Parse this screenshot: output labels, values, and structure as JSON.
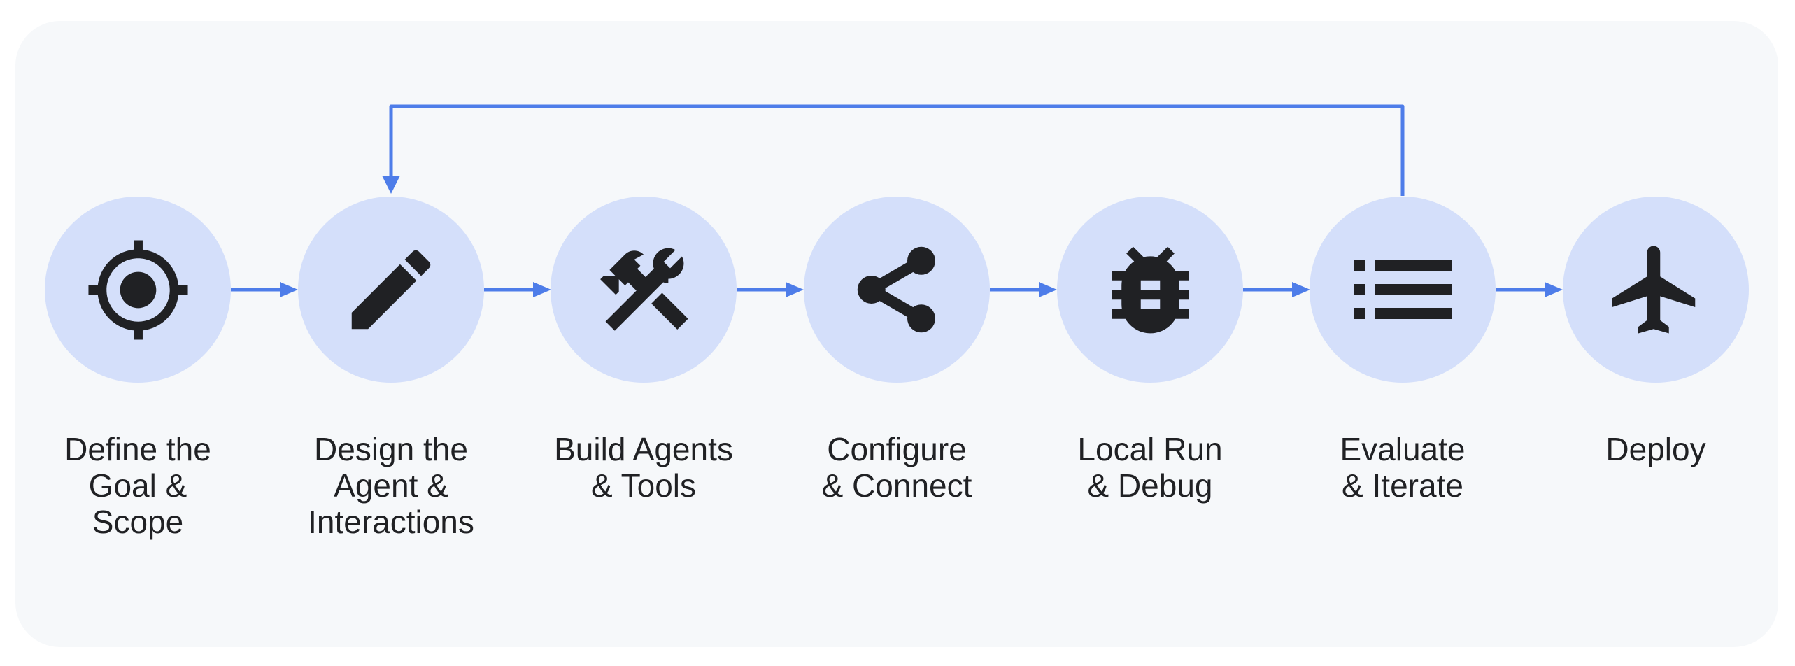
{
  "diagram": {
    "type": "flowchart",
    "description": "Seven-step agent development workflow with a feedback loop",
    "steps": [
      {
        "name": "define-goal-scope",
        "label": "Define the\nGoal &\nScope",
        "icon": "target-icon"
      },
      {
        "name": "design-agent-interactions",
        "label": "Design the\nAgent &\nInteractions",
        "icon": "pencil-icon"
      },
      {
        "name": "build-agents-tools",
        "label": "Build Agents\n& Tools",
        "icon": "hammer-wrench-icon"
      },
      {
        "name": "configure-connect",
        "label": "Configure\n& Connect",
        "icon": "share-icon"
      },
      {
        "name": "local-run-debug",
        "label": "Local Run\n& Debug",
        "icon": "bug-icon"
      },
      {
        "name": "evaluate-iterate",
        "label": "Evaluate\n& Iterate",
        "icon": "list-icon"
      },
      {
        "name": "deploy",
        "label": "Deploy",
        "icon": "airplane-icon"
      }
    ],
    "connections": [
      {
        "from": "define-goal-scope",
        "to": "design-agent-interactions",
        "type": "forward"
      },
      {
        "from": "design-agent-interactions",
        "to": "build-agents-tools",
        "type": "forward"
      },
      {
        "from": "build-agents-tools",
        "to": "configure-connect",
        "type": "forward"
      },
      {
        "from": "configure-connect",
        "to": "local-run-debug",
        "type": "forward"
      },
      {
        "from": "local-run-debug",
        "to": "evaluate-iterate",
        "type": "forward"
      },
      {
        "from": "evaluate-iterate",
        "to": "deploy",
        "type": "forward"
      },
      {
        "from": "evaluate-iterate",
        "to": "design-agent-interactions",
        "type": "feedback-loop"
      }
    ],
    "colors": {
      "page_bg": "#ffffff",
      "card_bg": "#f6f8fa",
      "node_fill": "#d4dffa",
      "icon": "#202124",
      "text": "#202124",
      "arrow": "#4e7de9"
    }
  }
}
